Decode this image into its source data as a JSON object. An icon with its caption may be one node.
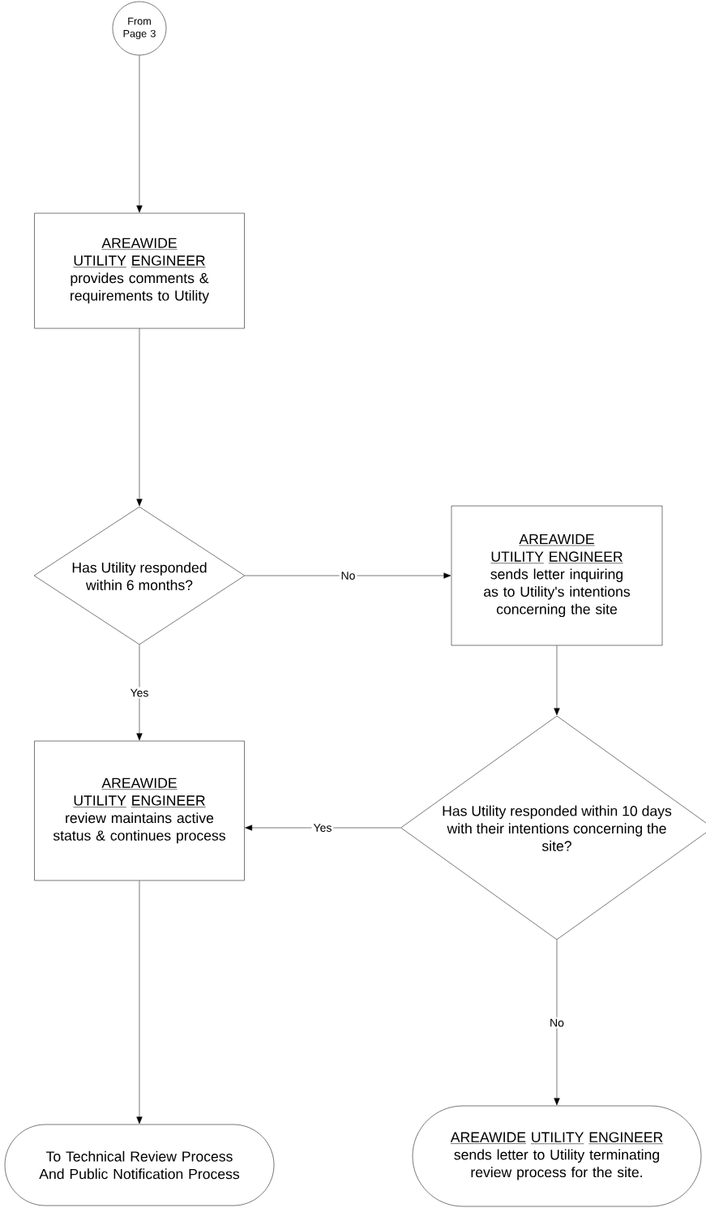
{
  "diagram": {
    "nodes": [
      {
        "text": [
          "From Page 3"
        ]
      },
      {
        "text": [
          "AREAWIDE UTILITY ENGINEER",
          "provides comments & requirements to Utility"
        ]
      },
      {
        "text": [
          "Has Utility responded within 6 months?"
        ]
      },
      {
        "text": [
          "AREAWIDE UTILITY ENGINEER",
          "sends letter inquiring as to Utility's intentions concerning the site"
        ]
      },
      {
        "text": [
          "AREAWIDE UTILITY ENGINEER",
          "review maintains active status & continues process"
        ]
      },
      {
        "text": [
          "Has Utility responded within 10 days with their intentions concerning the site?"
        ]
      },
      {
        "text": [
          "To Technical Review Process And Public Notification Process"
        ]
      },
      {
        "text": [
          "AREAWIDE UTILITY ENGINEER",
          "sends letter to Utility terminating review process for the site."
        ]
      }
    ],
    "edges": [
      {
        "from": 0,
        "to": 1,
        "arrow": "to"
      },
      {
        "from": 1,
        "to": 2,
        "arrow": "to"
      },
      {
        "from": 2,
        "to": 3,
        "arrow": "to",
        "label": "No"
      },
      {
        "from": 2,
        "to": 4,
        "arrow": "to",
        "label": "Yes"
      },
      {
        "from": 3,
        "to": 5,
        "arrow": "to"
      },
      {
        "from": 5,
        "to": 4,
        "arrow": "to",
        "label": "Yes"
      },
      {
        "from": 5,
        "to": 7,
        "arrow": "to",
        "label": "No"
      },
      {
        "from": 4,
        "to": 6,
        "arrow": "to"
      }
    ]
  }
}
